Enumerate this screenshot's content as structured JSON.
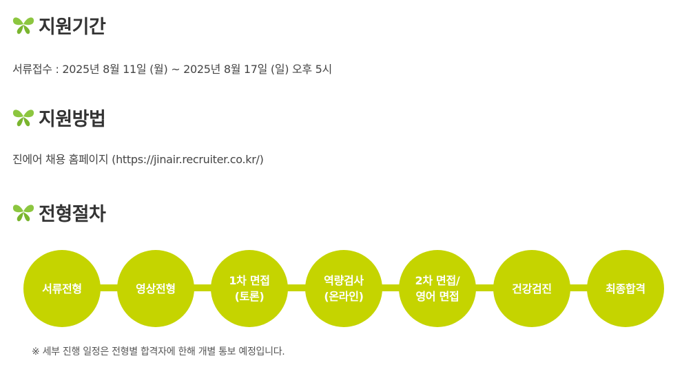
{
  "colors": {
    "accent": "#c5d400",
    "icon_green": "#8cc63f",
    "heading": "#333333",
    "text": "#444444"
  },
  "sections": {
    "period": {
      "title": "지원기간",
      "icon": "butterfly-icon",
      "text": "서류접수 : 2025년 8월 11일 (월) ~ 2025년 8월 17일 (일) 오후 5시"
    },
    "method": {
      "title": "지원방법",
      "icon": "butterfly-icon",
      "text": "진에어 채용 홈페이지 (https://jinair.recruiter.co.kr/)"
    },
    "process": {
      "title": "전형절차",
      "icon": "butterfly-icon",
      "steps": [
        "서류전형",
        "영상전형",
        "1차 면접\n(토론)",
        "역량검사\n(온라인)",
        "2차 면접/\n영어 면접",
        "건강검진",
        "최종합격"
      ],
      "note": "※ 세부 진행 일정은 전형별 합격자에 한해 개별 통보 예정입니다."
    }
  }
}
